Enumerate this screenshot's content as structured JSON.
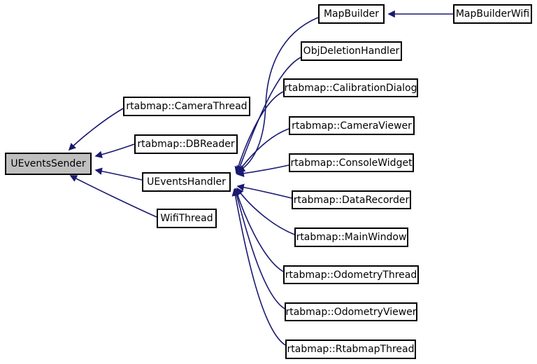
{
  "diagram": {
    "type": "inheritance-graph",
    "colors": {
      "background": "#ffffff",
      "arrow": "#191970",
      "box_border": "#000000",
      "box_fill": "#ffffff",
      "highlight_fill": "#bfbfbf",
      "text": "#000000"
    },
    "nodes": [
      {
        "id": "uevents-sender",
        "label": "UEventsSender",
        "highlighted": true
      },
      {
        "id": "rtabmap-camera-thread",
        "label": "rtabmap::CameraThread",
        "highlighted": false
      },
      {
        "id": "rtabmap-db-reader",
        "label": "rtabmap::DBReader",
        "highlighted": false
      },
      {
        "id": "uevents-handler",
        "label": "UEventsHandler",
        "highlighted": false
      },
      {
        "id": "wifi-thread",
        "label": "WifiThread",
        "highlighted": false
      },
      {
        "id": "map-builder",
        "label": "MapBuilder",
        "highlighted": false
      },
      {
        "id": "map-builder-wifi",
        "label": "MapBuilderWifi",
        "highlighted": false
      },
      {
        "id": "obj-deletion-handler",
        "label": "ObjDeletionHandler",
        "highlighted": false
      },
      {
        "id": "rtabmap-calibration-dialog",
        "label": "rtabmap::CalibrationDialog",
        "highlighted": false
      },
      {
        "id": "rtabmap-camera-viewer",
        "label": "rtabmap::CameraViewer",
        "highlighted": false
      },
      {
        "id": "rtabmap-console-widget",
        "label": "rtabmap::ConsoleWidget",
        "highlighted": false
      },
      {
        "id": "rtabmap-data-recorder",
        "label": "rtabmap::DataRecorder",
        "highlighted": false
      },
      {
        "id": "rtabmap-main-window",
        "label": "rtabmap::MainWindow",
        "highlighted": false
      },
      {
        "id": "rtabmap-odometry-thread",
        "label": "rtabmap::OdometryThread",
        "highlighted": false
      },
      {
        "id": "rtabmap-odometry-viewer",
        "label": "rtabmap::OdometryViewer",
        "highlighted": false
      },
      {
        "id": "rtabmap-rtabmap-thread",
        "label": "rtabmap::RtabmapThread",
        "highlighted": false
      }
    ],
    "edges": [
      {
        "from": "MapBuilderWifi",
        "to": "MapBuilder"
      },
      {
        "from": "rtabmap::CameraThread",
        "to": "UEventsSender"
      },
      {
        "from": "rtabmap::DBReader",
        "to": "UEventsSender"
      },
      {
        "from": "UEventsHandler",
        "to": "UEventsSender"
      },
      {
        "from": "WifiThread",
        "to": "UEventsSender"
      },
      {
        "from": "MapBuilder",
        "to": "UEventsHandler"
      },
      {
        "from": "ObjDeletionHandler",
        "to": "UEventsHandler"
      },
      {
        "from": "rtabmap::CalibrationDialog",
        "to": "UEventsHandler"
      },
      {
        "from": "rtabmap::CameraViewer",
        "to": "UEventsHandler"
      },
      {
        "from": "rtabmap::ConsoleWidget",
        "to": "UEventsHandler"
      },
      {
        "from": "rtabmap::DataRecorder",
        "to": "UEventsHandler"
      },
      {
        "from": "rtabmap::MainWindow",
        "to": "UEventsHandler"
      },
      {
        "from": "rtabmap::OdometryThread",
        "to": "UEventsHandler"
      },
      {
        "from": "rtabmap::OdometryViewer",
        "to": "UEventsHandler"
      },
      {
        "from": "rtabmap::RtabmapThread",
        "to": "UEventsHandler"
      }
    ]
  }
}
